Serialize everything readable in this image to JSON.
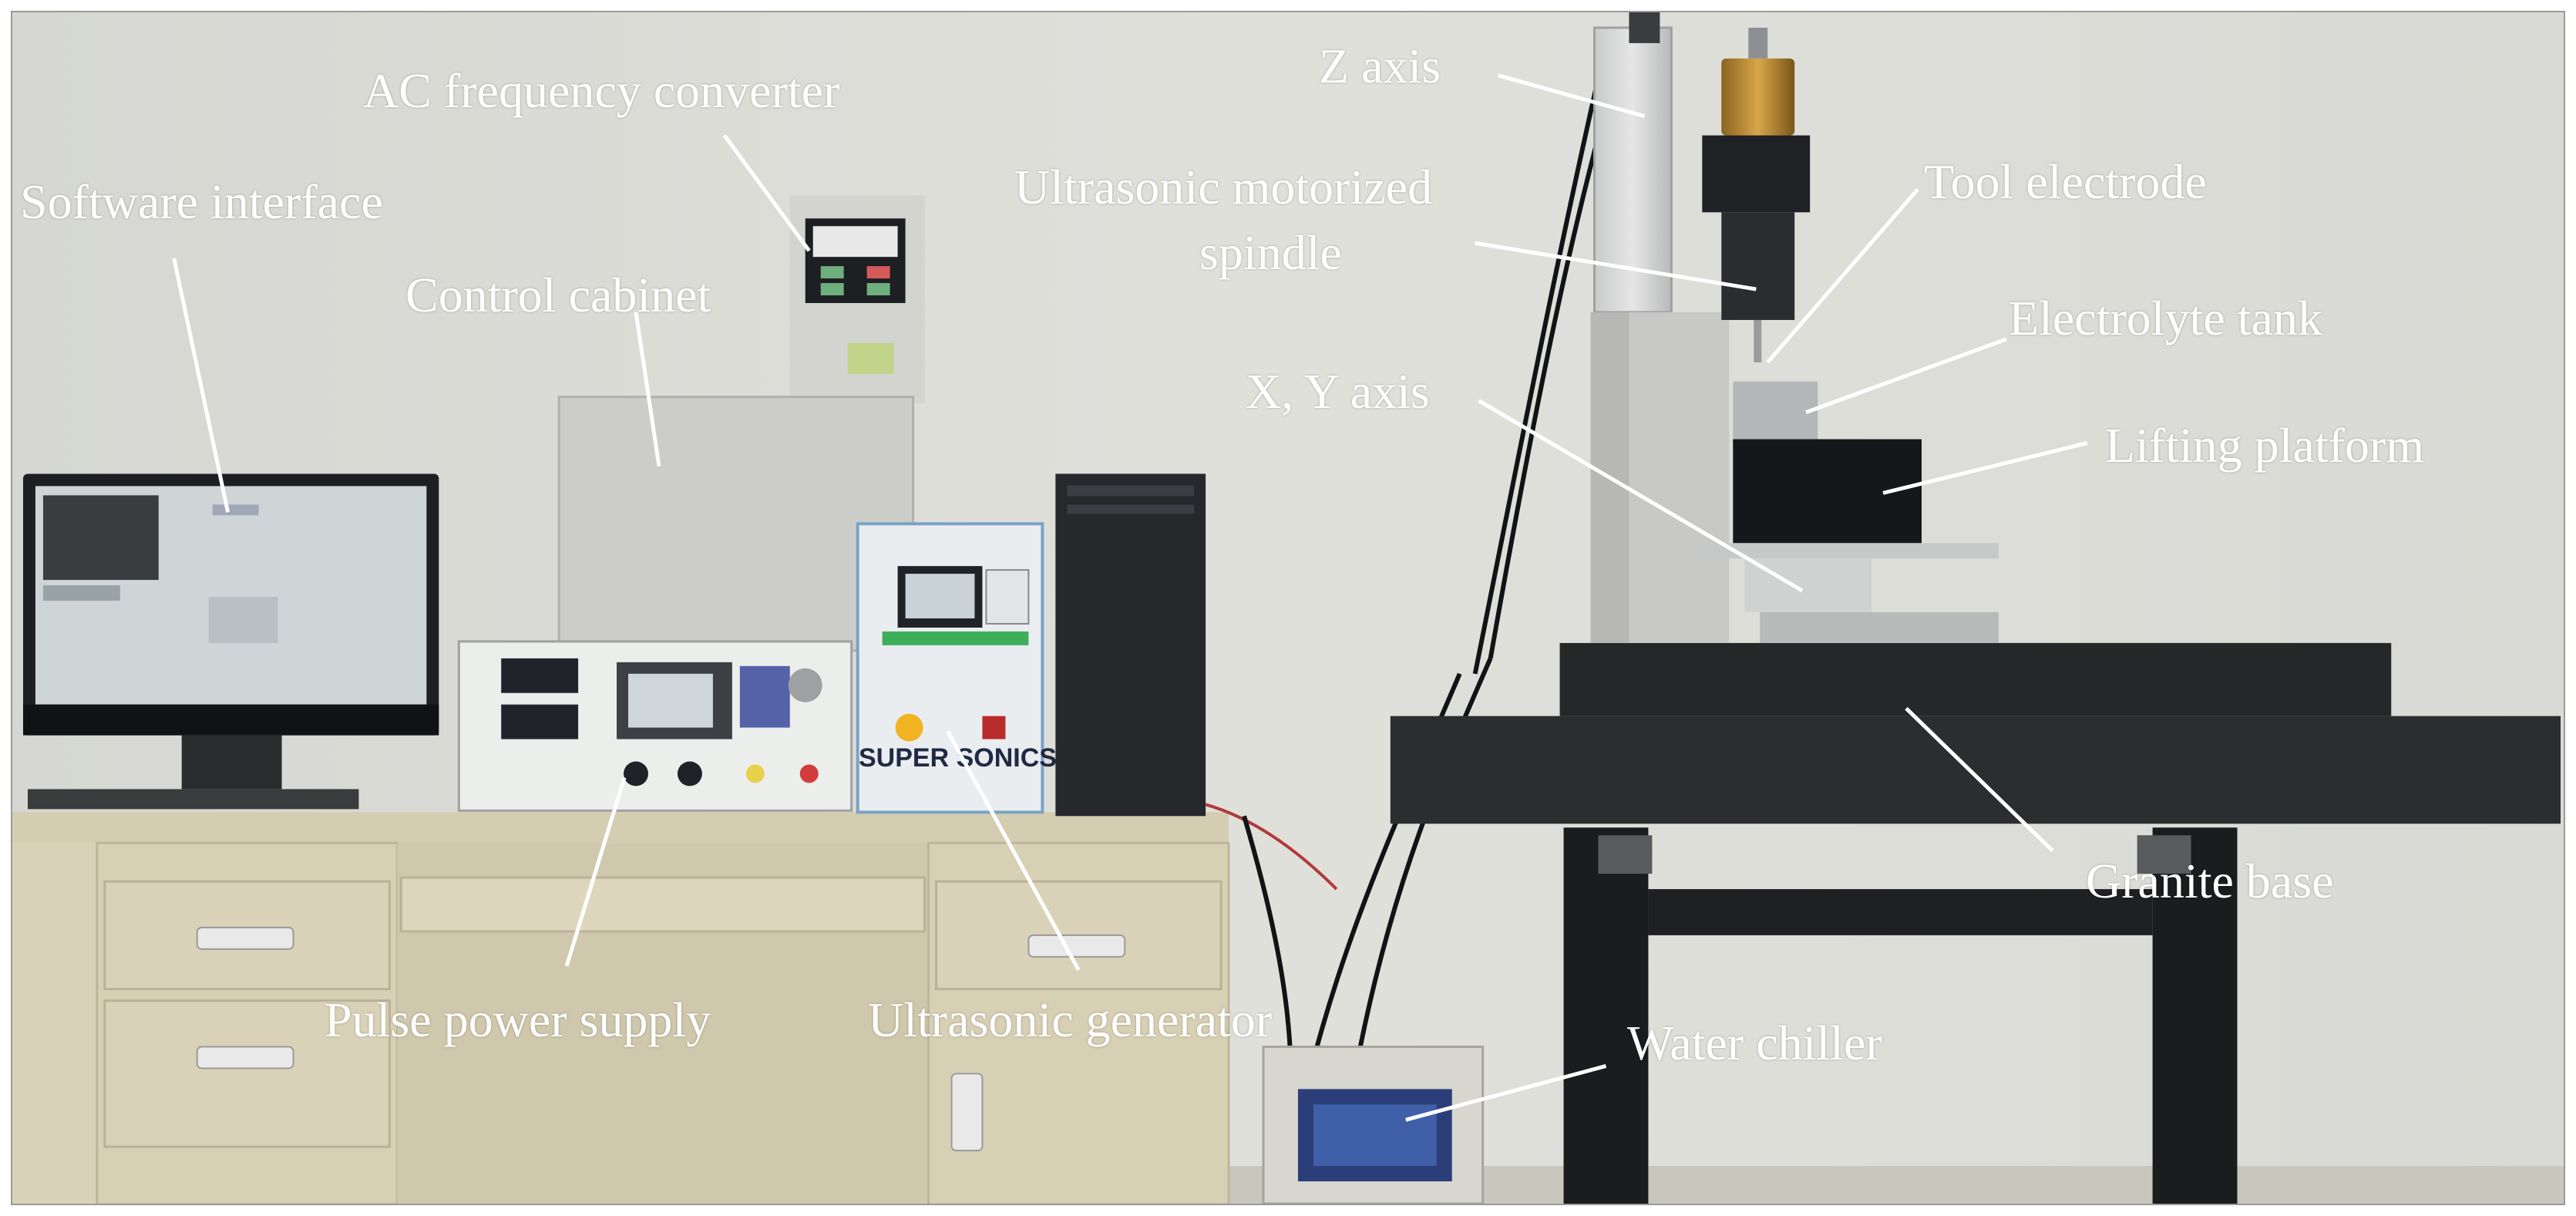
{
  "labels": {
    "z_axis": "Z axis",
    "ac_converter": "AC frequency converter",
    "software_interface": "Software interface",
    "control_cabinet": "Control cabinet",
    "ultrasonic_spindle_line1": "Ultrasonic motorized",
    "ultrasonic_spindle_line2": "spindle",
    "tool_electrode": "Tool electrode",
    "electrolyte_tank": "Electrolyte tank",
    "xy_axis": "X, Y axis",
    "lifting_platform": "Lifting platform",
    "granite_base": "Granite base",
    "pulse_power_supply": "Pulse power supply",
    "ultrasonic_generator": "Ultrasonic generator",
    "water_chiller": "Water chiller"
  },
  "device_text": {
    "super_sonics": "SUPER SONICS"
  },
  "colors": {
    "wall": "#dcdcd6",
    "label_text": "#ffffff",
    "leader_line": "#ffffff",
    "granite": "#2b2b2b",
    "desk": "#d9d2b8"
  }
}
